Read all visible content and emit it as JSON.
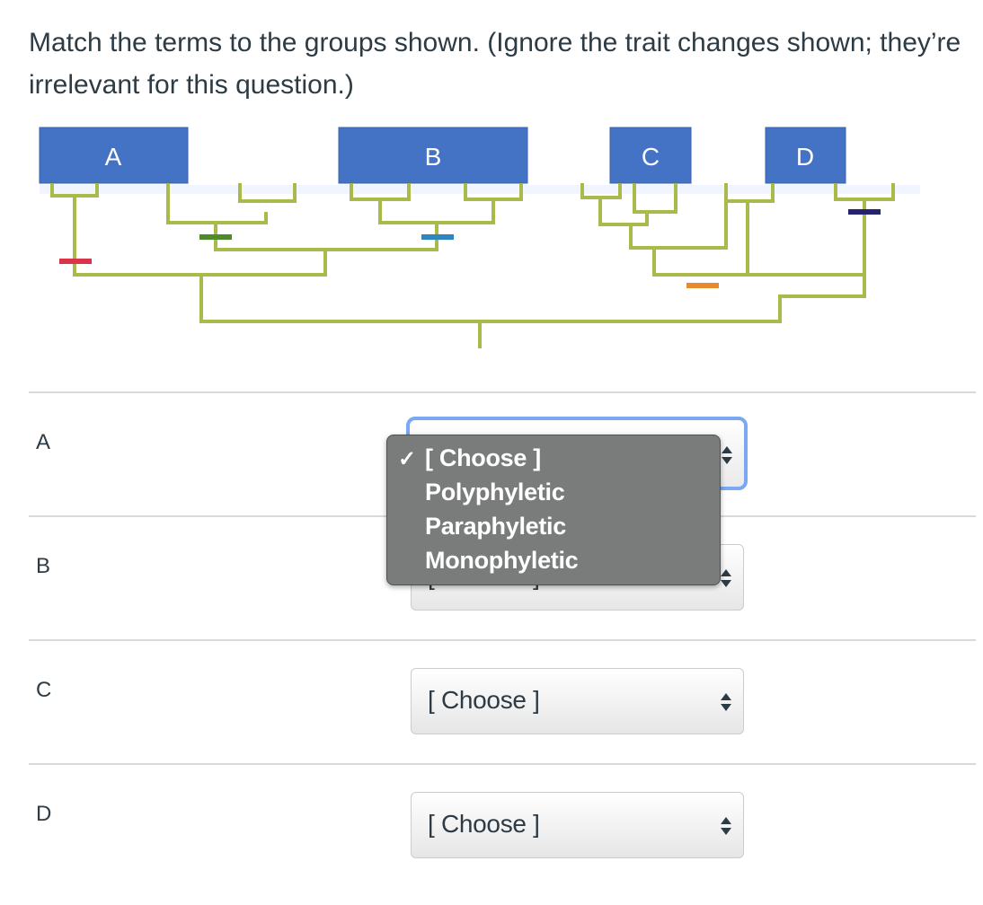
{
  "question": {
    "text": "Match the terms to the groups shown. (Ignore the trait changes shown; they’re irrelevant for this question.)"
  },
  "tree": {
    "groups": [
      "A",
      "B",
      "C",
      "D"
    ],
    "colors": {
      "group_box": "#4472c4",
      "branch": "#a9b94a",
      "trait_red": "#d9344a",
      "trait_green": "#4e8a2a",
      "trait_blue": "#2e86c1",
      "trait_orange": "#e68a2e",
      "trait_navy": "#24246e"
    }
  },
  "rows": [
    {
      "label": "A",
      "select_value": "[ Choose ]"
    },
    {
      "label": "B",
      "select_value": "[ Choose ]"
    },
    {
      "label": "C",
      "select_value": "[ Choose ]"
    },
    {
      "label": "D",
      "select_value": "[ Choose ]"
    }
  ],
  "dropdown": {
    "checkmark": "✓",
    "options": [
      "[ Choose ]",
      "Polyphyletic",
      "Paraphyletic",
      "Monophyletic"
    ],
    "selected": "[ Choose ]"
  }
}
